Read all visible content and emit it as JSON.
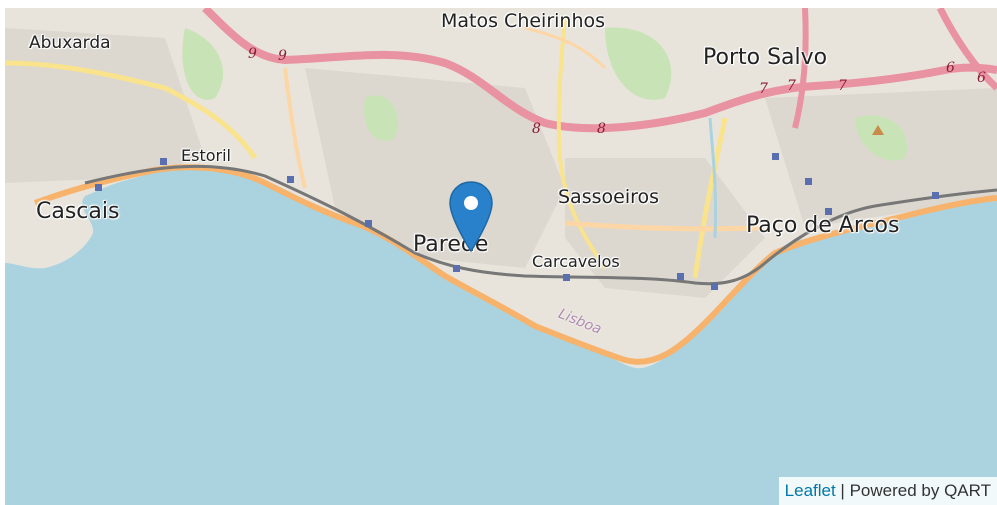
{
  "map": {
    "places": {
      "abuxarda": "Abuxarda",
      "matos_cheirinhos": "Matos Cheirinhos",
      "porto_salvo": "Porto Salvo",
      "estoril": "Estoril",
      "cascais": "Cascais",
      "sassoeiros": "Sassoeiros",
      "parede": "Parede",
      "carcavelos": "Carcavelos",
      "paco_de_arcos": "Paço de Arcos",
      "lisboa_coast": "Lisboa"
    },
    "road_shields": [
      "9",
      "9",
      "8",
      "8",
      "7",
      "7",
      "7",
      "6",
      "6"
    ],
    "marker": {
      "icon": "map-pin-icon",
      "color": "#2a81cb"
    }
  },
  "attribution": {
    "leaflet_link": "Leaflet",
    "separator": " | ",
    "powered_by": "Powered by QART"
  },
  "colors": {
    "sea": "#aad3df",
    "land": "#e8e4dc",
    "urban": "#dedad3",
    "coast_road": "#f7b26b",
    "motorway": "#e892a2",
    "trunk": "#f9e38c",
    "link": "#0078a8"
  }
}
